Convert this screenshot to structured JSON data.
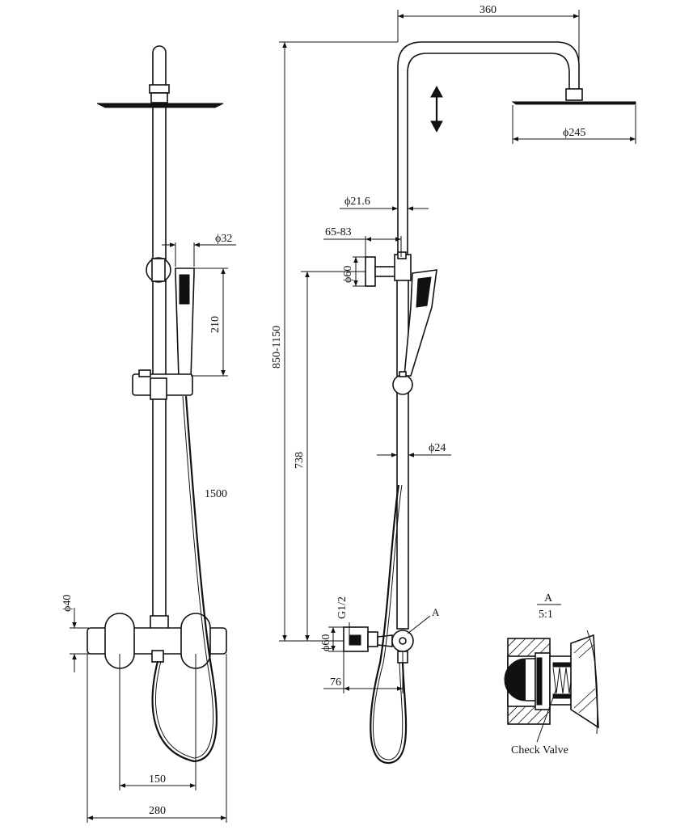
{
  "dimensions": {
    "top_width": "360",
    "head_diameter": "ϕ245",
    "rod_diameter_upper": "ϕ21.6",
    "bracket_offset": "65-83",
    "bracket_diameter": "ϕ60",
    "total_height": "850-1150",
    "inlet_height": "738",
    "rod_diameter_lower": "ϕ24",
    "thread": "G1/2",
    "inlet_diameter": "ϕ60",
    "inlet_offset": "76",
    "holder_diameter": "ϕ32",
    "handshower_length": "210",
    "hose_length": "1500",
    "mixer_height": "ϕ40",
    "inlet_spacing": "150",
    "mixer_width": "280"
  },
  "detail": {
    "callout_label": "A",
    "title": "A",
    "scale": "5:1",
    "caption": "Check Valve"
  }
}
